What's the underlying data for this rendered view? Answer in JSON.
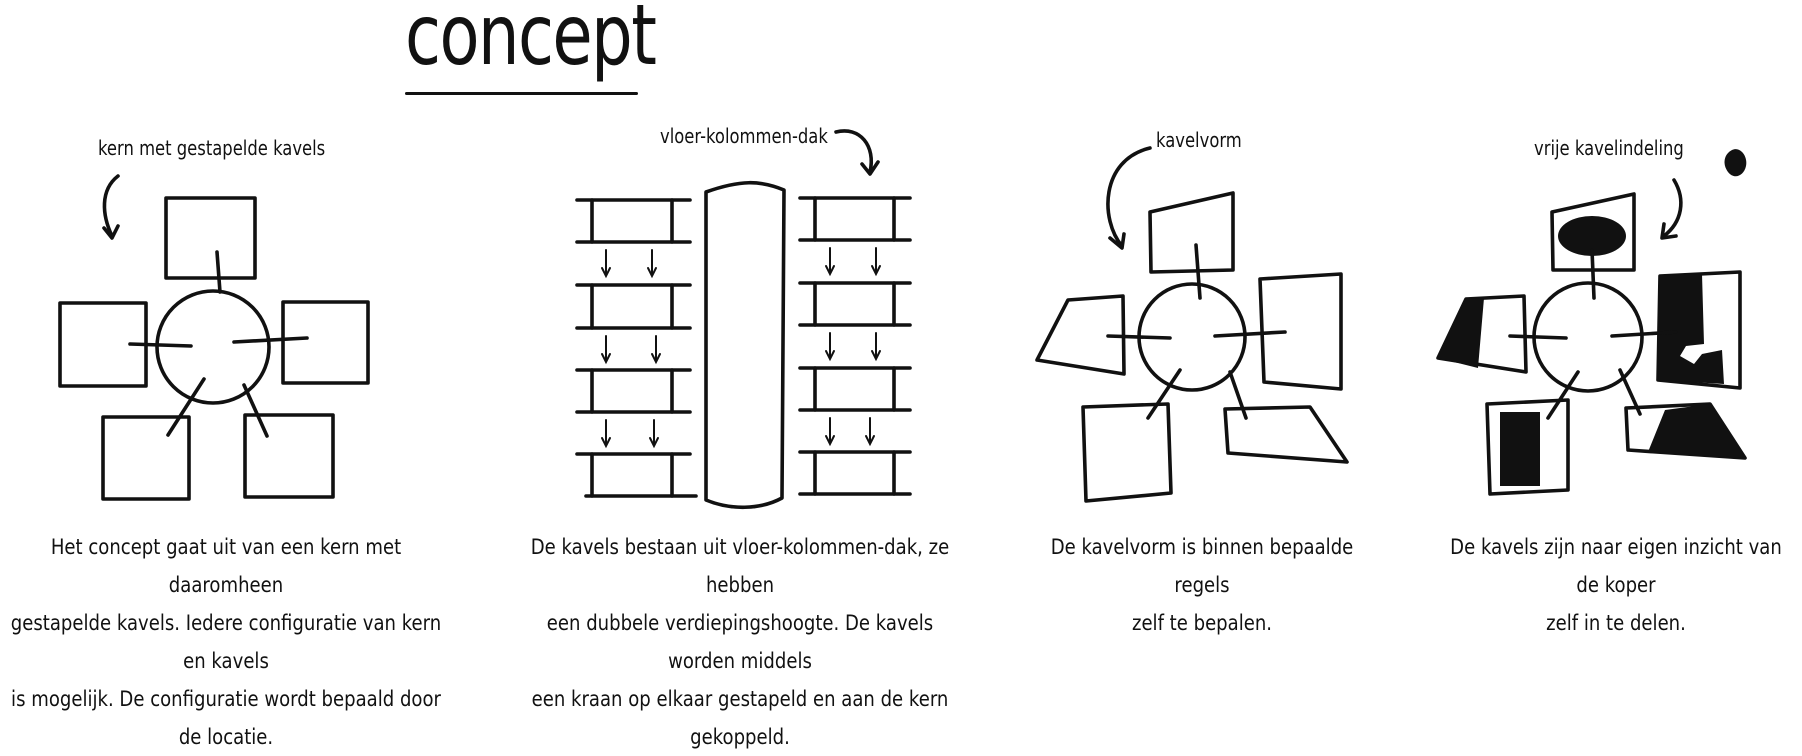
{
  "title": "concept",
  "panels": [
    {
      "label": "kern met gestapelde kavels",
      "caption": "Het concept gaat uit van een kern met daaromheen\ngestapelde kavels. Iedere configuratie van kern en kavels\nis mogelijk. De configuratie wordt bepaald door de locatie."
    },
    {
      "label": "vloer-kolommen-dak",
      "caption": "De kavels bestaan uit vloer-kolommen-dak, ze hebben\neen dubbele verdiepingshoogte. De kavels worden middels\neen kraan op elkaar gestapeld en aan de kern gekoppeld."
    },
    {
      "label": "kavelvorm",
      "caption": "De kavelvorm is binnen bepaalde regels\nzelf te bepalen."
    },
    {
      "label": "vrije kavelindeling",
      "caption": "De kavels zijn naar eigen inzicht van de koper\nzelf in te delen."
    }
  ],
  "colors": {
    "ink": "#111111",
    "background": "#ffffff"
  }
}
